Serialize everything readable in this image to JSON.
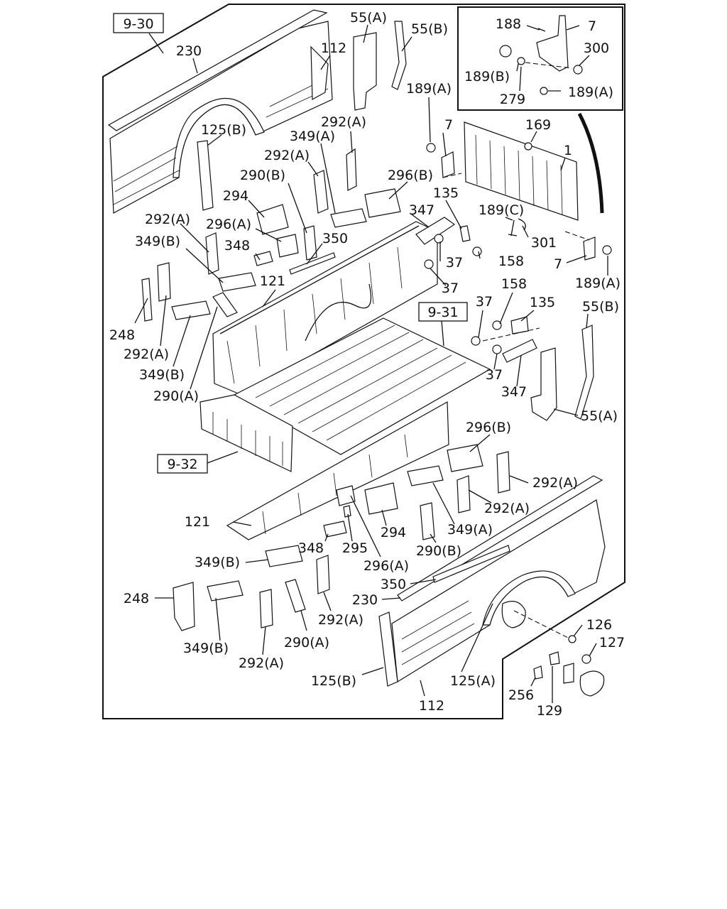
{
  "ref_boxes": [
    "9-30",
    "9-31",
    "9-32"
  ],
  "callouts": {
    "main": [
      "230",
      "112",
      "55(A)",
      "55(B)",
      "125(B)",
      "292(A)",
      "349(A)",
      "189(A)",
      "292(A)",
      "296(B)",
      "290(B)",
      "294",
      "296(A)",
      "347",
      "135",
      "189(C)",
      "292(A)",
      "350",
      "348",
      "349(B)",
      "121",
      "37",
      "158",
      "301",
      "37",
      "248",
      "292(A)",
      "349(B)",
      "290(A)",
      "7",
      "169",
      "1",
      "7",
      "189(A)",
      "37",
      "158",
      "135",
      "55(B)",
      "37",
      "347",
      "55(A)",
      "296(B)",
      "292(A)",
      "292(A)",
      "121",
      "294",
      "349(A)",
      "348",
      "295",
      "290(B)",
      "349(B)",
      "296(A)",
      "350",
      "230",
      "248",
      "292(A)",
      "349(B)",
      "290(A)",
      "292(A)",
      "126",
      "127",
      "125(B)",
      "125(A)",
      "256",
      "112",
      "129"
    ],
    "inset": [
      "188",
      "7",
      "300",
      "189(B)",
      "279",
      "189(A)"
    ]
  }
}
